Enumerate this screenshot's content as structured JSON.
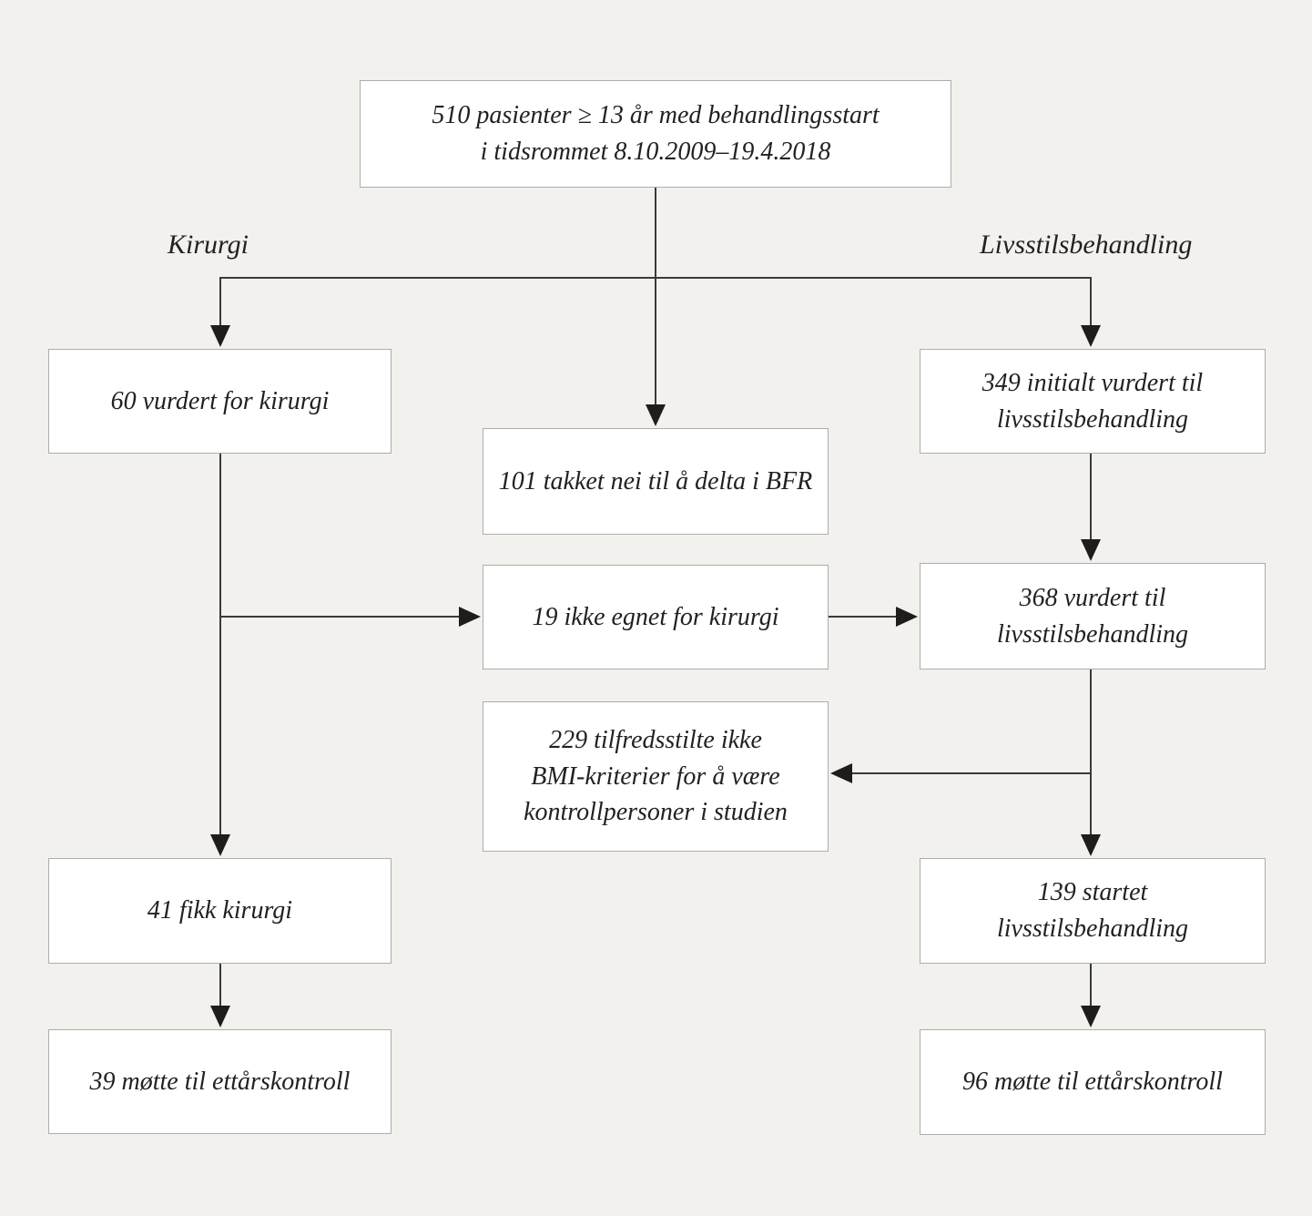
{
  "diagram": {
    "branch_left_label": "Kirurgi",
    "branch_right_label": "Livsstilsbehandling",
    "boxes": {
      "start": "510 pasienter ≥ 13 år med behandlingsstart\ni tidsrommet 8.10.2009–19.4.2018",
      "surgery_assessed": "60 vurdert for kirurgi",
      "declined_bfr": "101 takket nei til å delta i BFR",
      "not_suitable_surgery": "19 ikke egnet for kirurgi",
      "lifestyle_initial": "349 initialt vurdert til\nlivsstilsbehandling",
      "lifestyle_assessed": "368 vurdert til\nlivsstilsbehandling",
      "bmi_excluded": "229 tilfredsstilte ikke\nBMI-kriterier for å være\nkontrollpersoner i studien",
      "surgery_received": "41 fikk kirurgi",
      "lifestyle_started": "139 startet\nlivsstilsbehandling",
      "surgery_followup": "39 møtte til ettårskontroll",
      "lifestyle_followup": "96 møtte til ettårskontroll"
    },
    "colors": {
      "background": "#f2f1ee",
      "box_fill": "#ffffff",
      "box_border": "#aeadab",
      "line": "#3a3a39",
      "arrow": "#1e1d1b",
      "text": "#232120"
    }
  }
}
